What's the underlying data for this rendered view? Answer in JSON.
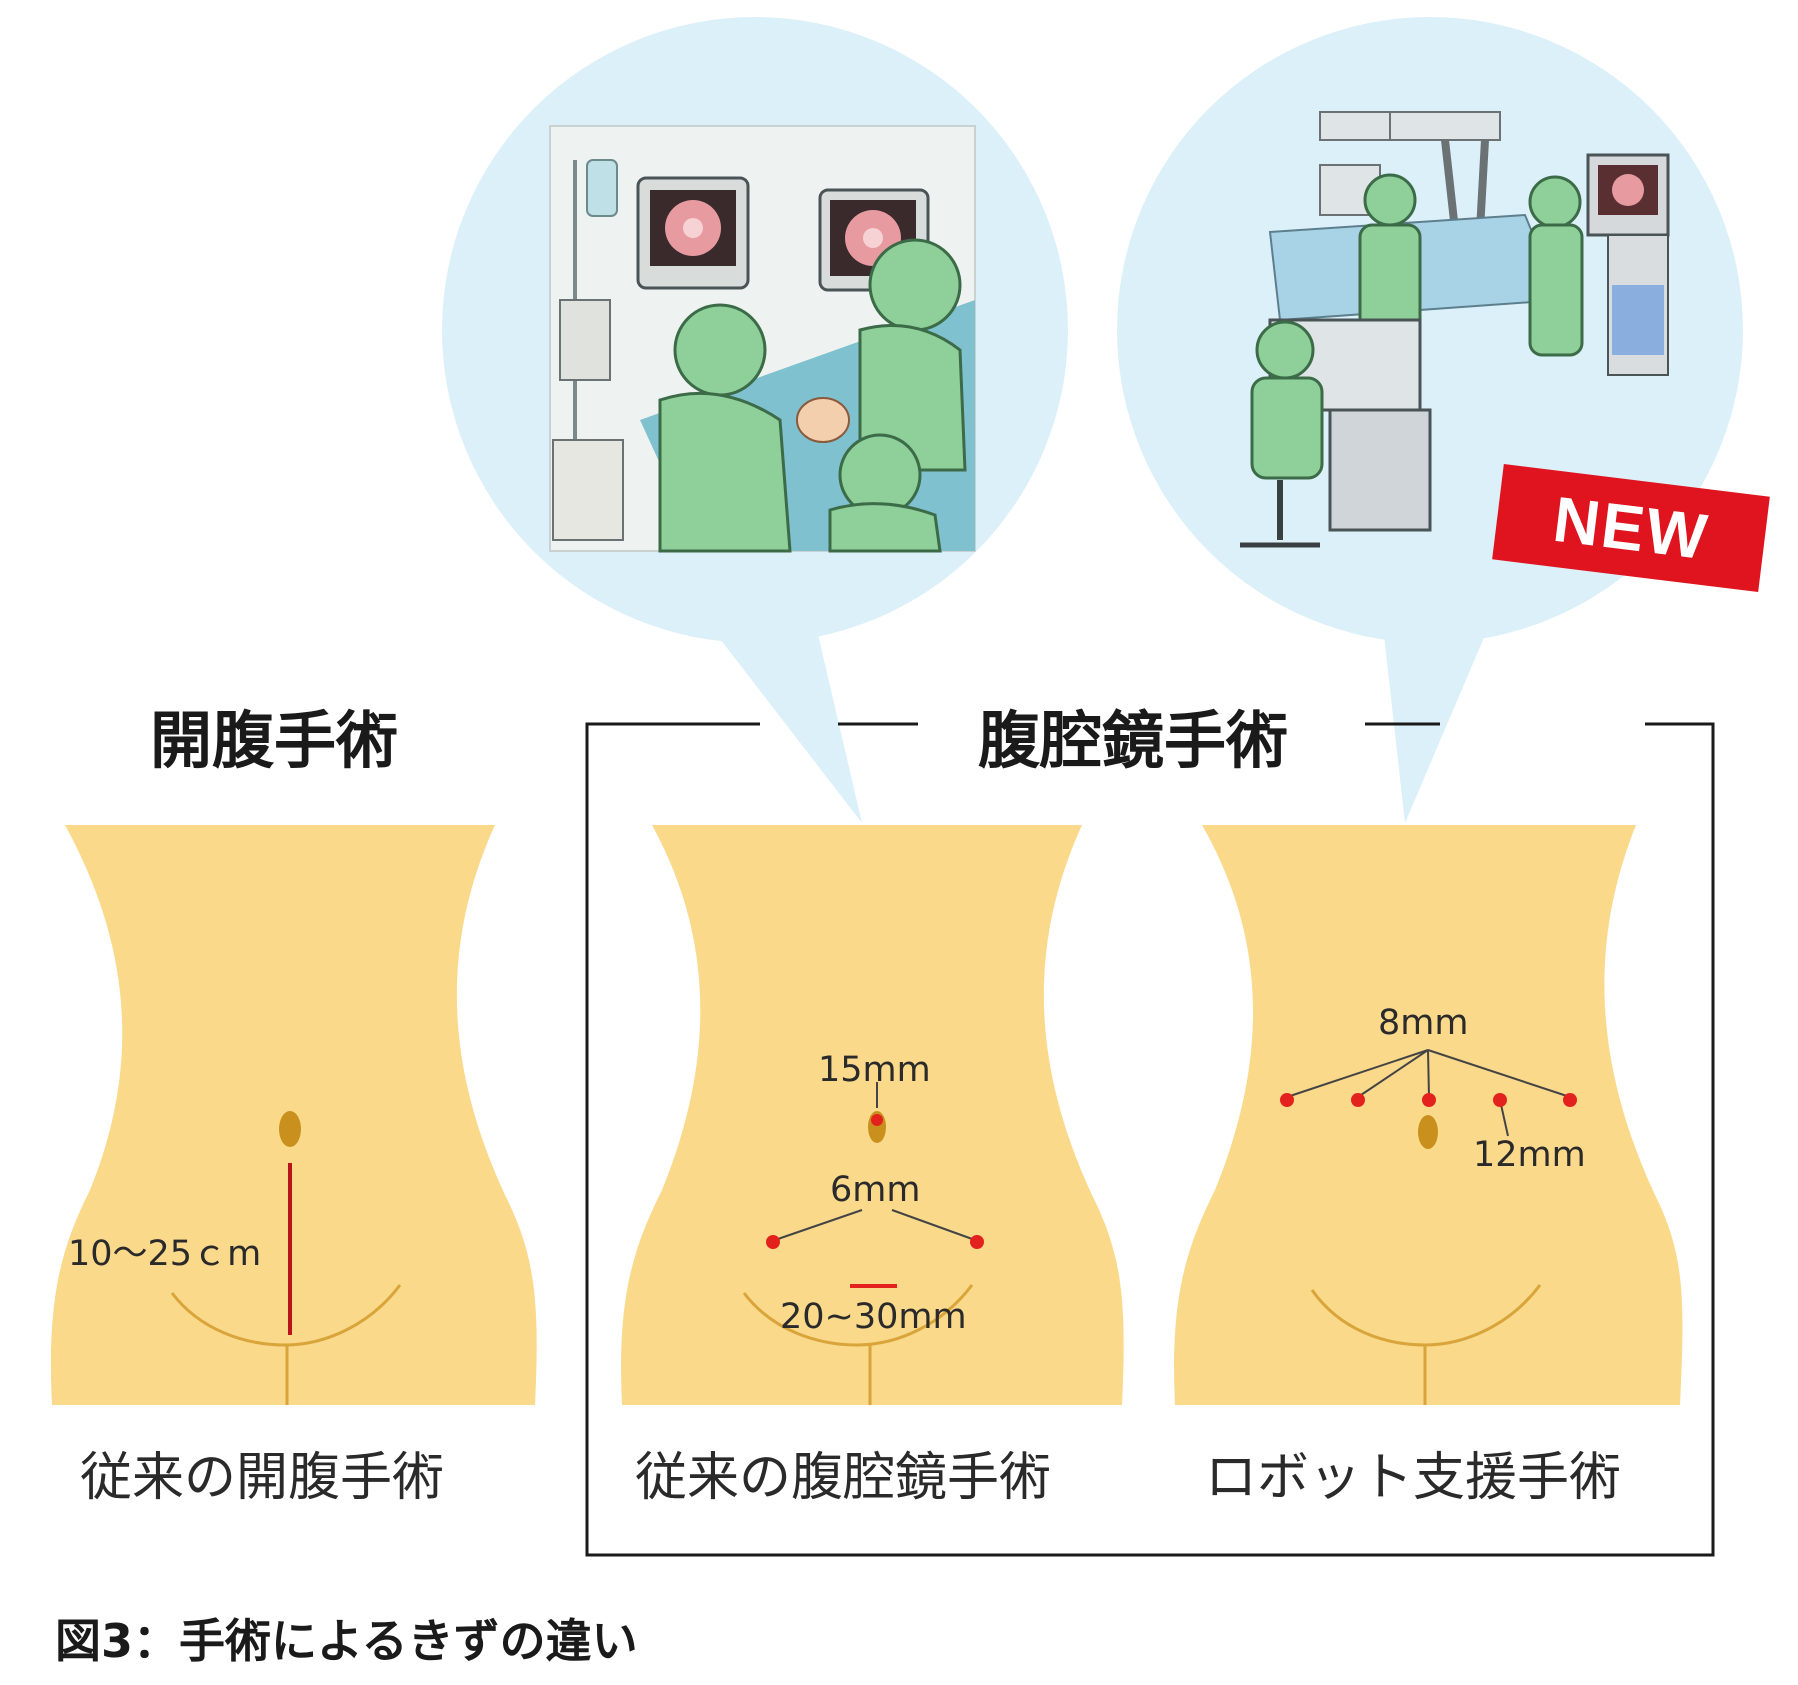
{
  "headings": {
    "open_surgery": "開腹手術",
    "laparoscopic": "腹腔鏡手術"
  },
  "panels": [
    {
      "title": "従来の開腹手術",
      "labels": [
        "10～25ｃm"
      ]
    },
    {
      "title": "従来の腹腔鏡手術",
      "labels": [
        "15mm",
        "6mm",
        "20~30mm"
      ]
    },
    {
      "title": "ロボット支援手術",
      "labels": [
        "8mm",
        "12mm"
      ]
    }
  ],
  "badge": "NEW",
  "caption": "図3：手術によるきずの違い",
  "colors": {
    "bubble": "#dcefF9",
    "body": "#fad98b",
    "navel": "#c9901e",
    "incision": "#b8141a",
    "port": "#e3221e",
    "badge": "#e0141e"
  }
}
